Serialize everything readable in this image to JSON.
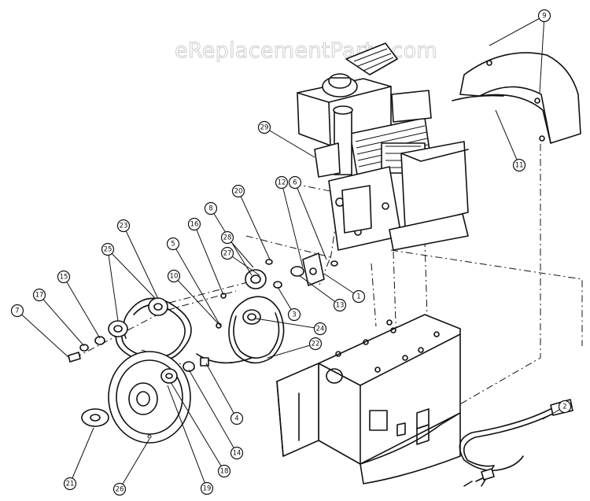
{
  "watermark": "eReplacementParts.com",
  "callouts": [
    "9",
    "11",
    "29",
    "12",
    "6",
    "20",
    "8",
    "16",
    "28",
    "27",
    "23",
    "25",
    "5",
    "10",
    "15",
    "17",
    "7",
    "1",
    "13",
    "3",
    "24",
    "22",
    "4",
    "14",
    "18",
    "19",
    "26",
    "21",
    "2"
  ],
  "colors": {
    "ink": "#111111",
    "background": "#ffffff",
    "watermark_outline": "#c9c9c9"
  }
}
